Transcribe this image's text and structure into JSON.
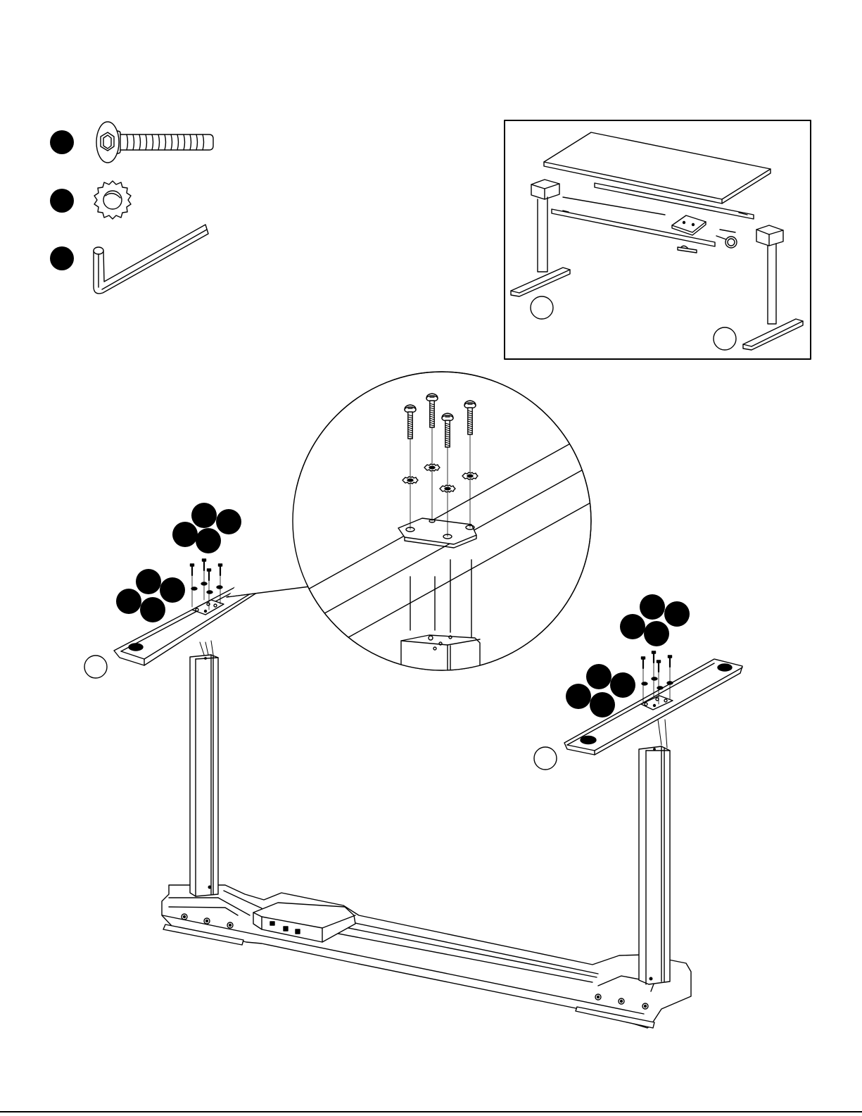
{
  "page": {
    "background": "#ffffff",
    "ink_color": "#000000"
  },
  "parts_list": {
    "items": [
      {
        "name": "bolt",
        "icon": "hex-socket-bolt-icon",
        "callout_label": ""
      },
      {
        "name": "lock-washer",
        "icon": "star-lock-washer-icon",
        "callout_label": ""
      },
      {
        "name": "allen-key",
        "icon": "allen-key-icon",
        "callout_label": ""
      }
    ]
  },
  "overview_inset": {
    "parts": [
      "desktop-panel",
      "left-leg",
      "right-leg",
      "left-foot",
      "right-foot",
      "front-crossbar",
      "rear-crossbar",
      "control-box",
      "power-cable",
      "cable-clip"
    ],
    "callouts": [
      "",
      ""
    ]
  },
  "main_assembly": {
    "left_foot": {
      "callout_label": "",
      "bolt_markers": 4,
      "washer_markers": 4
    },
    "right_foot": {
      "callout_label": "",
      "bolt_markers": 4,
      "washer_markers": 4
    },
    "detail_zoom": {
      "bolts": 4,
      "washers": 4
    }
  }
}
